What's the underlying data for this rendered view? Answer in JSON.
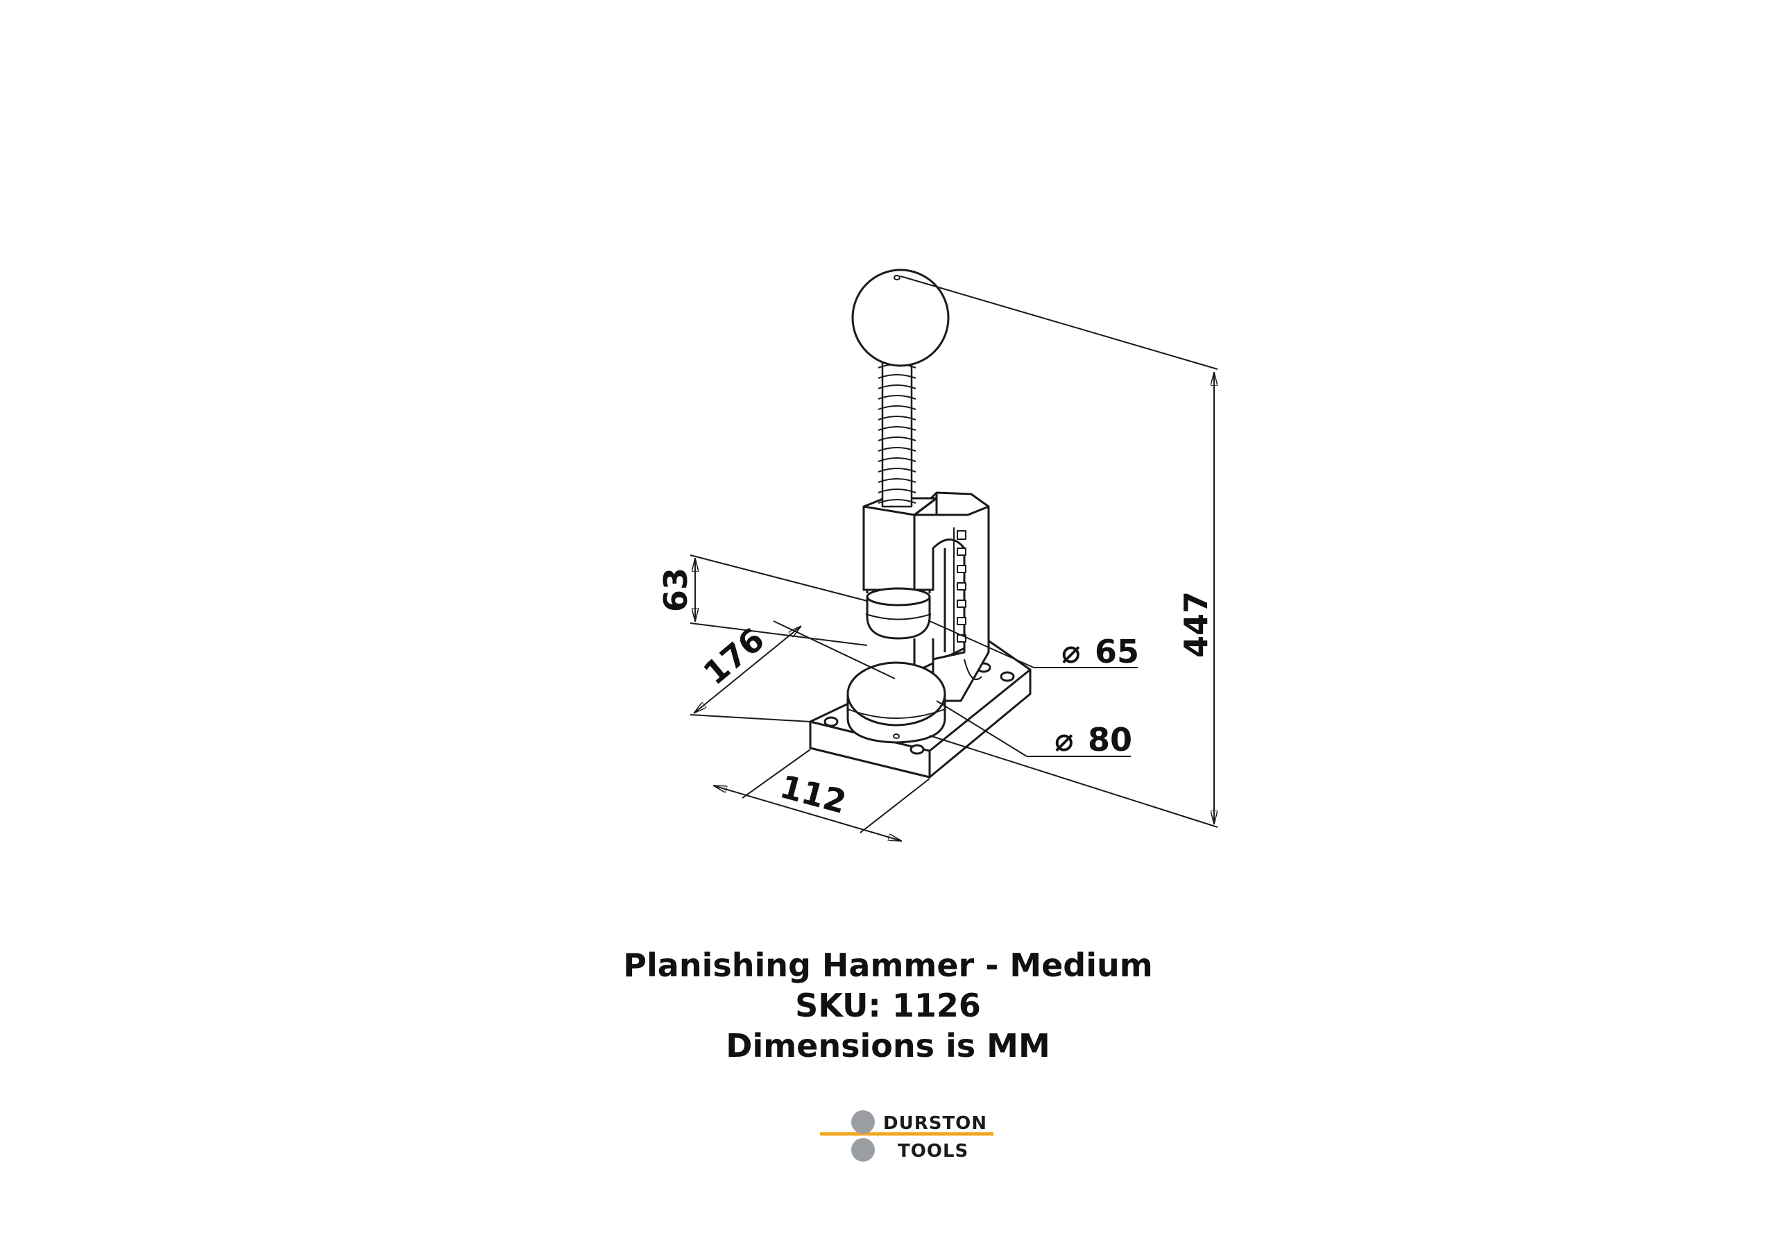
{
  "drawing": {
    "dimensions": {
      "total_height": "447",
      "upper_die_height": "63",
      "base_length": "176",
      "base_width": "112",
      "upper_die_diameter": "65",
      "lower_die_diameter": "80"
    },
    "diameter_symbol": "⌀"
  },
  "caption": {
    "title": "Planishing Hammer - Medium",
    "sku": "SKU: 1126",
    "units_note": "Dimensions is MM"
  },
  "logo": {
    "line1": "DURSTON",
    "line2": "TOOLS",
    "accent_color": "#f2a51a",
    "circle_color": "#9a9ea3"
  },
  "colors": {
    "line": "#1a1a1a",
    "background": "#ffffff"
  }
}
